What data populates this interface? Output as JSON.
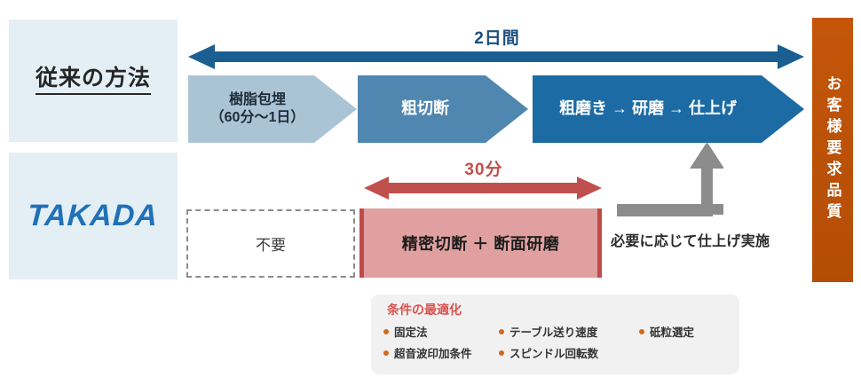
{
  "rows": {
    "conventional": {
      "label": "従来の方法"
    },
    "takada": {
      "logo": "TAKADA"
    }
  },
  "conventional_flow": {
    "duration_label": "2日間",
    "duration_arrow_icon": "double-headed-arrow-icon",
    "steps": [
      {
        "title": "樹脂包埋",
        "sub": "（60分～1日）",
        "color": "#aac4d6"
      },
      {
        "title": "粗切断",
        "sub": "",
        "color": "#4f87b0"
      },
      {
        "title": "粗磨き → 研磨 → 仕上げ",
        "sub": "",
        "color": "#1d6ba4"
      }
    ]
  },
  "takada_flow": {
    "duration_label": "30分",
    "duration_arrow_icon": "double-headed-arrow-icon",
    "unnecessary_box": "不要",
    "process_box": "精密切断 ＋ 断面研磨",
    "finishing_note": "必要に応じて仕上げ実施",
    "elbow_arrow_icon": "elbow-up-arrow-icon"
  },
  "quality_bar": {
    "text": "お客様要求品質",
    "color": "#bf5208"
  },
  "optimization": {
    "title": "条件の最適化",
    "bullet_icon": "bullet-dot-icon",
    "items_row1": [
      "固定法",
      "テーブル送り速度",
      "砥粒選定"
    ],
    "items_row2": [
      "超音波印加条件",
      "スピンドル回転数"
    ]
  },
  "colors": {
    "panel_bg": "#e4eff5",
    "blue_dark": "#1d6ba4",
    "blue_mid": "#4f87b0",
    "blue_light": "#aac4d6",
    "arrow_blue": "#1b5e92",
    "red": "#c0504d",
    "pink": "#e0a0a0",
    "gray": "#8c8c8c",
    "orange": "#bf5208"
  }
}
